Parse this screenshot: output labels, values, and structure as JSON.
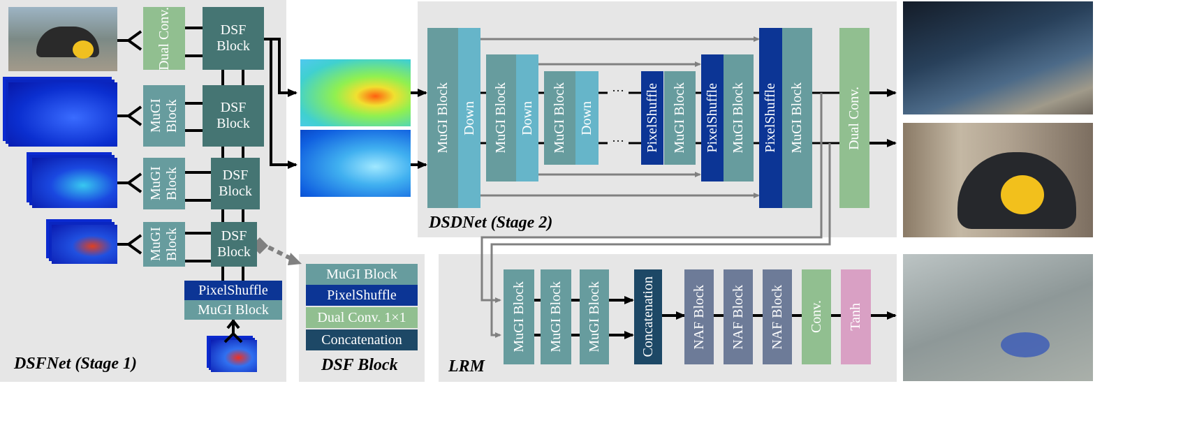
{
  "sections": {
    "stage1": "DSFNet (Stage 1)",
    "stage2": "DSDNet (Stage 2)",
    "dsf_block": "DSF Block",
    "lrm": "LRM"
  },
  "stage1": {
    "dual_conv": "Dual Conv.",
    "mugi": "MuGI Block",
    "dsf": "DSF Block",
    "pixelshuffle": "PixelShuffle",
    "mugi_bottom": "MuGI Block"
  },
  "stage2": {
    "mugi": "MuGI Block",
    "down": "Down",
    "pixelshuffle": "PixelShuffle",
    "dual_conv": "Dual Conv.",
    "ellipsis": "···"
  },
  "dsf_block": {
    "rows": [
      "MuGI Block",
      "PixelShuffle",
      "Dual Conv. 1×1",
      "Concatenation"
    ]
  },
  "lrm": {
    "mugi": "MuGI Block",
    "concat": "Concatenation",
    "naf": "NAF Block",
    "conv": "Conv.",
    "tanh": "Tanh"
  },
  "colors": {
    "panel": "#e6e6e6",
    "teal": "#679c9e",
    "light_teal": "#66b5c9",
    "dark_teal": "#457573",
    "navy": "#0c3595",
    "green": "#91bf90",
    "slate": "#6d7b98",
    "pink": "#d9a0c4",
    "concat": "#1d4866",
    "arrow_gray": "#808080"
  }
}
